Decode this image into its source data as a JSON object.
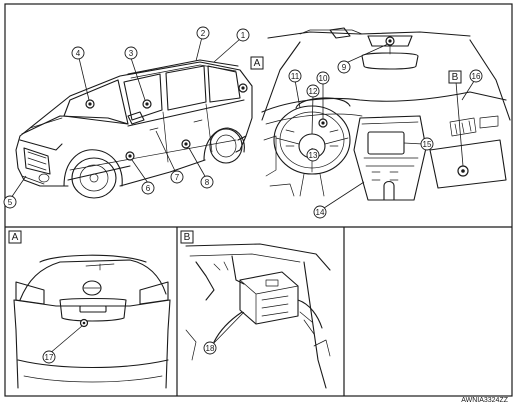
{
  "figure_ref": "AWNIA3324ZZ",
  "box_labels": {
    "a": "A",
    "b": "B"
  },
  "callouts": [
    "1",
    "2",
    "3",
    "4",
    "5",
    "6",
    "7",
    "8",
    "9",
    "10",
    "11",
    "12",
    "13",
    "14",
    "15",
    "16",
    "17",
    "18"
  ]
}
